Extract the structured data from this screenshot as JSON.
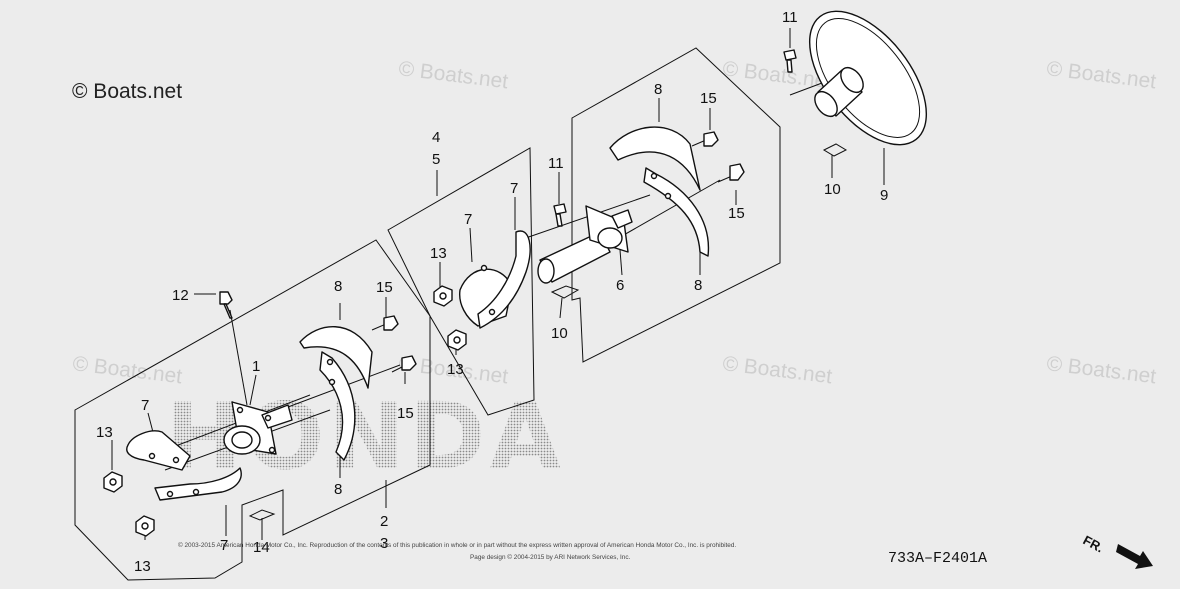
{
  "watermarks": {
    "main": "© Boats.net",
    "repeat": "© Boats.net"
  },
  "brand_text": "HONDA",
  "diagram_code": "733A–F2401A",
  "direction_label": "FR.",
  "copyright_line1": "© 2003-2015 American Honda Motor Co., Inc. Reproduction of the contents of this publication in whole or in part without the express written approval of American Honda Motor Co., Inc. is prohibited.",
  "copyright_line2": "Page design © 2004-2015 by ARI Network Services, Inc.",
  "callouts": {
    "c11_top": "11",
    "c15_top": "15",
    "c8_top": "8",
    "c10_right": "10",
    "c15_right": "15",
    "c9": "9",
    "c4": "4",
    "c5": "5",
    "c11_mid": "11",
    "c7_mid_upper": "7",
    "c7_mid_left": "7",
    "c13_mid_upper": "13",
    "c13_mid_lower": "13",
    "c6": "6",
    "c8_mid_right": "8",
    "c10_mid": "10",
    "c12": "12",
    "c8_left_upper": "8",
    "c15_left_upper": "15",
    "c1": "1",
    "c15_left_lower": "15",
    "c7_left_upper": "7",
    "c13_left_upper": "13",
    "c8_left_lower": "8",
    "c2": "2",
    "c3": "3",
    "c7_left_lower": "7",
    "c14": "14",
    "c13_left_lower": "13"
  },
  "colors": {
    "background": "#ececec",
    "line": "#111111",
    "watermark": "#cfcfcf"
  }
}
